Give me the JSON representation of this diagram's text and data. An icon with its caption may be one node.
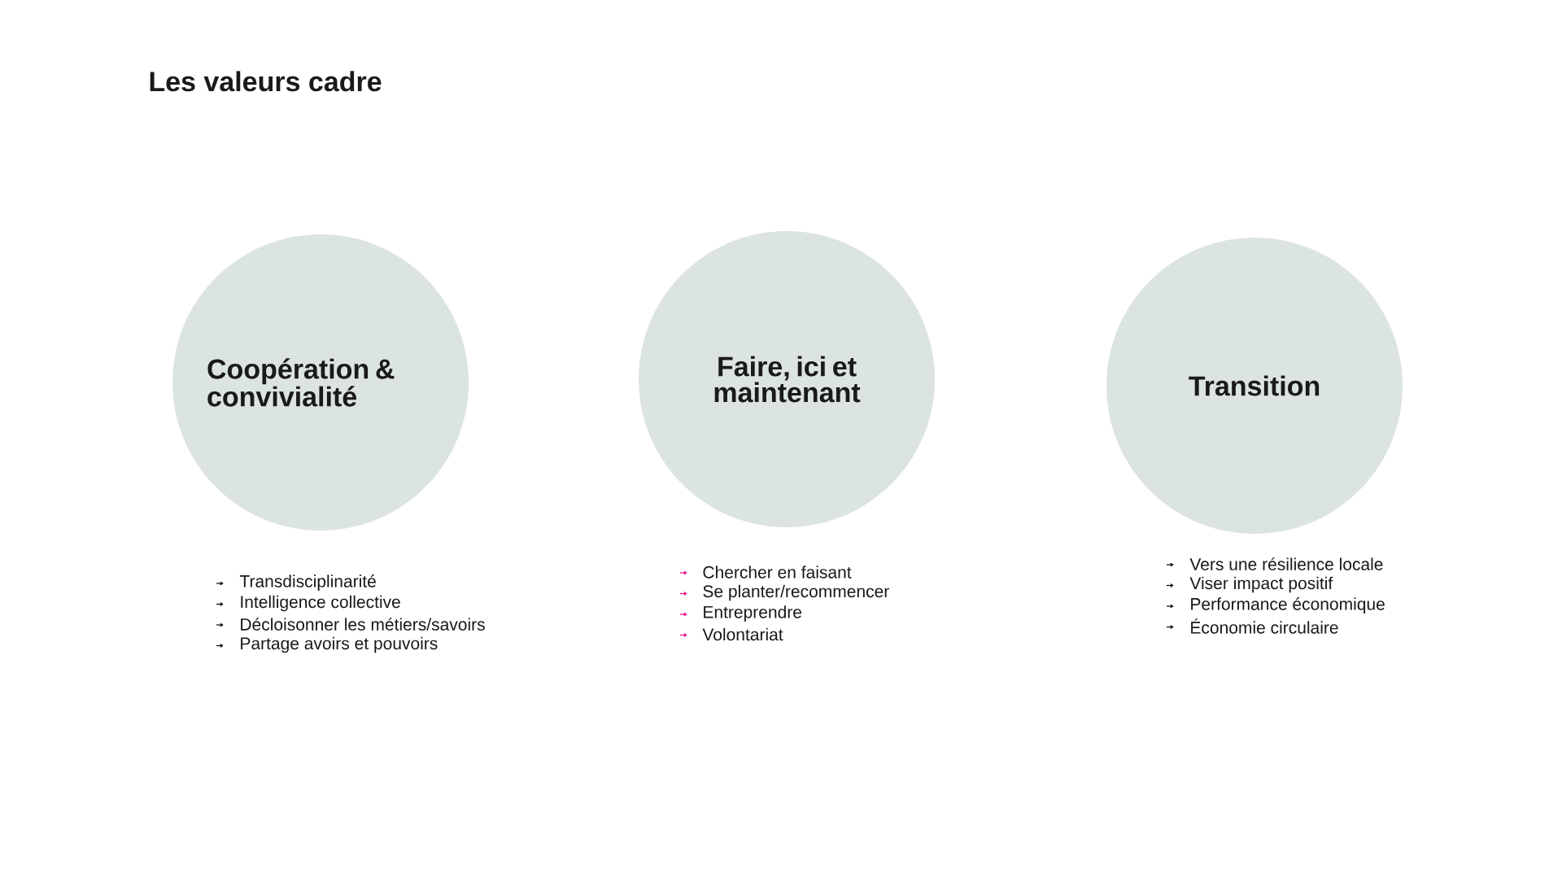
{
  "diagram": {
    "title": "Les valeurs cadre",
    "nodes": [
      {
        "text": [
          "Coopération & convivialité"
        ],
        "beside": [
          "Transdisciplinarité",
          "Intelligence collective",
          "Décloisonner les métiers/savoirs",
          "Partage avoirs et pouvoirs"
        ]
      },
      {
        "text": [
          "Faire, ici et maintenant"
        ],
        "beside": [
          "Chercher en faisant",
          "Se planter/recommencer",
          "Entreprendre",
          "Volontariat"
        ]
      },
      {
        "text": [
          "Transition"
        ],
        "beside": [
          "Vers une résilience locale",
          "Viser impact positif",
          "Performance économique",
          "Économie circulaire"
        ]
      }
    ]
  }
}
